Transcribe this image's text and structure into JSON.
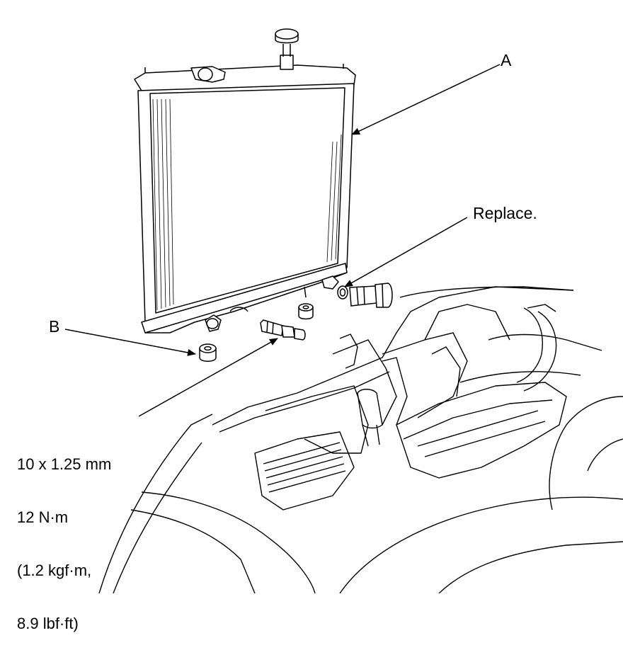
{
  "callouts": {
    "a": "A",
    "b": "B",
    "replace": "Replace."
  },
  "torque": {
    "line1": "10 x 1.25 mm",
    "line2": "12 N·m",
    "line3": "(1.2 kgf·m,",
    "line4": "8.9 lbf·ft)"
  }
}
